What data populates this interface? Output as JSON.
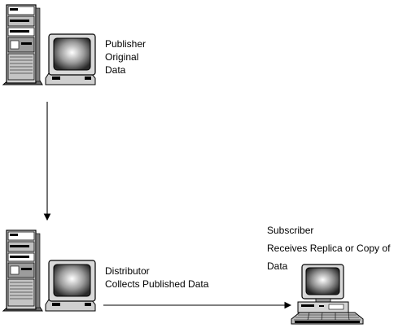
{
  "publisher": {
    "lines": [
      "Publisher",
      "Original",
      "Data"
    ]
  },
  "distributor": {
    "lines": [
      "Distributor",
      "Collects Published Data"
    ]
  },
  "subscriber": {
    "lines": [
      "Subscriber",
      "Receives Replica or Copy of",
      "Data"
    ]
  },
  "icons": [
    "server-tower-icon",
    "crt-monitor-icon",
    "desktop-computer-icon"
  ]
}
